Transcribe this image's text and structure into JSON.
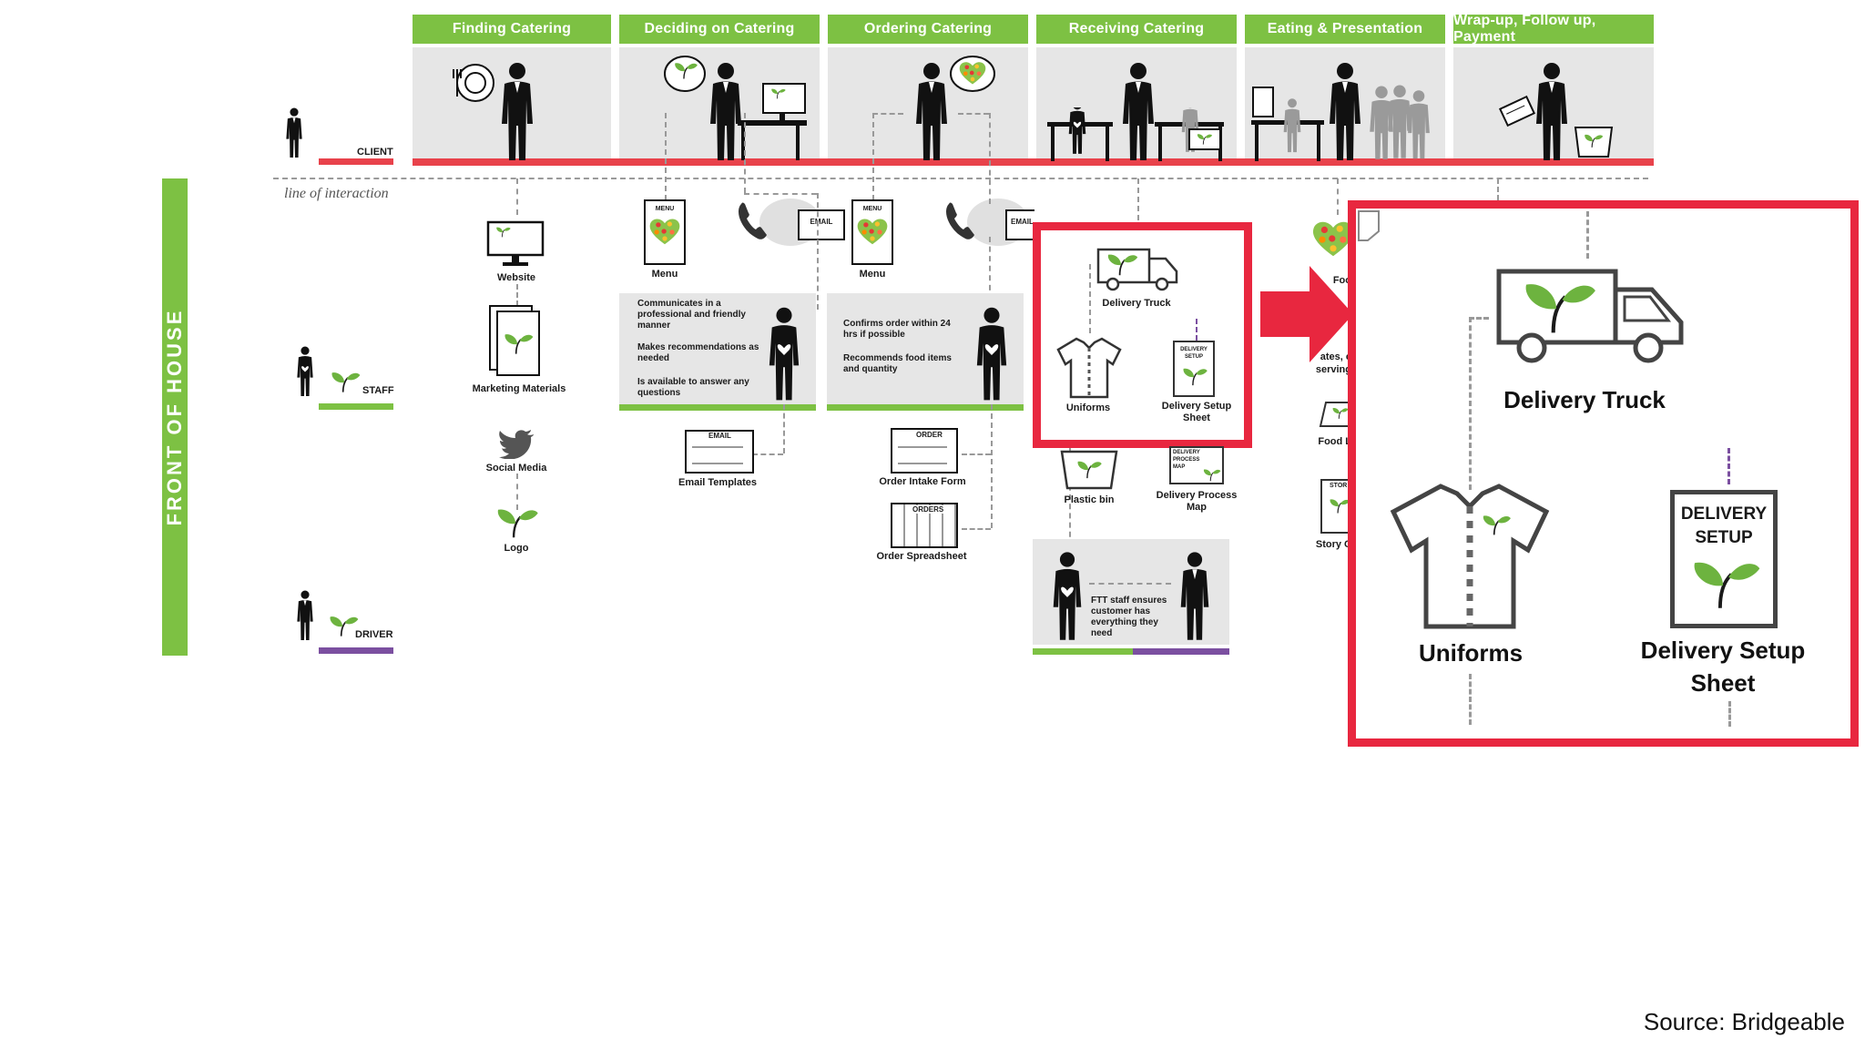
{
  "phases": [
    "Finding Catering",
    "Deciding on Catering",
    "Ordering Catering",
    "Receiving Catering",
    "Eating & Presentation",
    "Wrap-up, Follow up, Payment"
  ],
  "actors": {
    "client": "CLIENT",
    "staff": "STAFF",
    "driver": "DRIVER"
  },
  "line_of_interaction": "line of interaction",
  "front_of_house": "FRONT OF HOUSE",
  "touchpoints": {
    "website": "Website",
    "marketing": "Marketing Materials",
    "social": "Social Media",
    "logo": "Logo",
    "menu1": "Menu",
    "menu2": "Menu",
    "email_icon": "EMAIL",
    "menu_icon": "MENU",
    "email_templates": "Email Templates",
    "order_intake": "Order Intake Form",
    "order_spreadsheet": "Order Spreadsheet",
    "order_icon": "ORDER",
    "orders_icon": "ORDERS",
    "delivery_truck": "Delivery Truck",
    "uniforms": "Uniforms",
    "delivery_setup_sheet": "Delivery Setup Sheet",
    "plastic_bin": "Plastic bin",
    "delivery_process_map": "Delivery Process Map",
    "delivery_setup_icon": "DELIVERY SETUP",
    "process_map_icon": "DELIVERY PROCESS MAP",
    "food_partial": "Foo",
    "food_label_partial": "Food L",
    "plates_partial": "ates, c",
    "serving_partial": "serving",
    "story_partial": "Story C",
    "story_icon_partial": "STOR"
  },
  "staff_notes": {
    "deciding": [
      "Communicates in a professional and friendly manner",
      "Makes recommendations as needed",
      "Is available to answer any questions"
    ],
    "ordering": [
      "Confirms order within 24 hrs if possible",
      "Recommends food items and quantity"
    ],
    "receiving": "FTT staff ensures customer has everything they need"
  },
  "zoom": {
    "delivery_truck": "Delivery Truck",
    "uniforms": "Uniforms",
    "delivery_setup_sheet": "Delivery Setup Sheet",
    "sheet_icon_text": "DELIVERY SETUP"
  },
  "brand_text": "FTT",
  "source": "Source: Bridgeable",
  "colors": {
    "green": "#7dc143",
    "red": "#e8424b",
    "highlight": "#e8273f",
    "purple": "#7b4fa0",
    "gray": "#e6e6e6"
  }
}
